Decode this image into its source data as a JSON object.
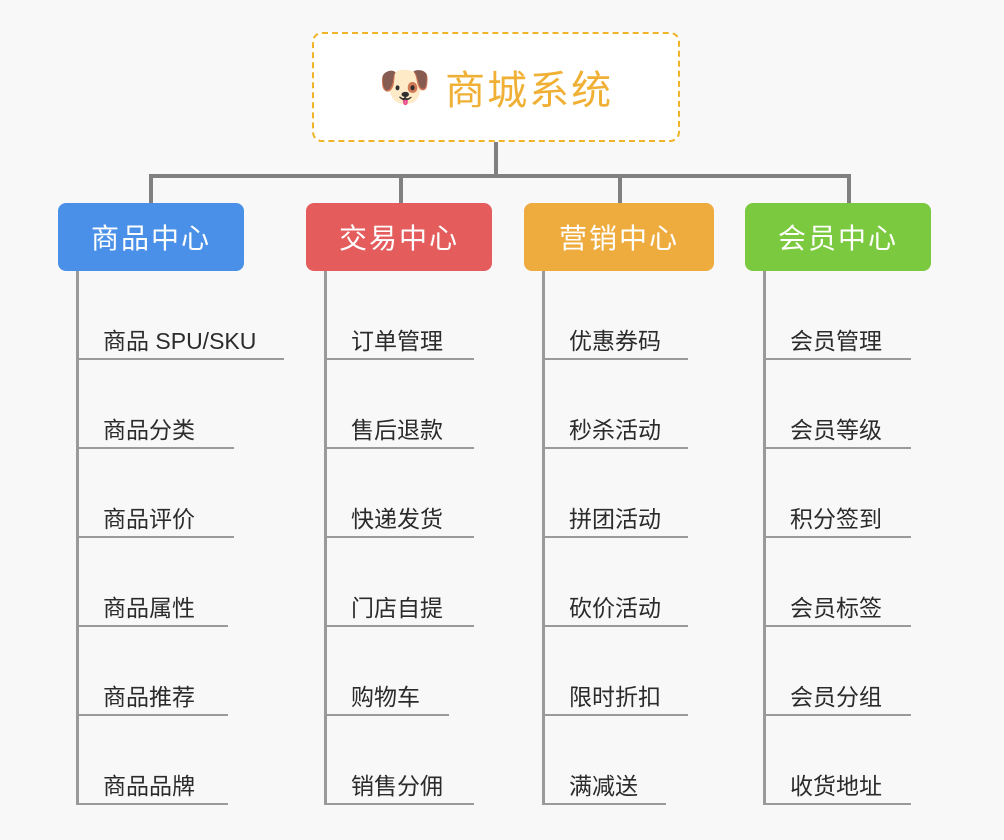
{
  "background_color": "#f8f8f8",
  "root": {
    "icon": "shiba-dog-emoji",
    "emoji": "🐶",
    "title": "商城系统",
    "title_color": "#efb035",
    "border_color": "#f0b429",
    "background": "#ffffff"
  },
  "connector_color": "#808080",
  "branches": [
    {
      "label": "商品中心",
      "color": "#4a90e8",
      "items": [
        "商品 SPU/SKU",
        "商品分类",
        "商品评价",
        "商品属性",
        "商品推荐",
        "商品品牌"
      ]
    },
    {
      "label": "交易中心",
      "color": "#e45c5c",
      "items": [
        "订单管理",
        "售后退款",
        "快递发货",
        "门店自提",
        "购物车",
        "销售分佣"
      ]
    },
    {
      "label": "营销中心",
      "color": "#eeab3e",
      "items": [
        "优惠券码",
        "秒杀活动",
        "拼团活动",
        "砍价活动",
        "限时折扣",
        "满减送"
      ]
    },
    {
      "label": "会员中心",
      "color": "#7bc93f",
      "items": [
        "会员管理",
        "会员等级",
        "积分签到",
        "会员标签",
        "会员分组",
        "收货地址"
      ]
    }
  ],
  "layout": {
    "branch_lefts": [
      58,
      306,
      524,
      745
    ],
    "branch_widths": [
      186,
      186,
      190,
      186
    ],
    "leaf_underline_widths": [
      [
        208,
        158,
        158,
        150,
        152,
        152
      ],
      [
        150,
        150,
        150,
        150,
        125,
        150
      ],
      [
        146,
        146,
        146,
        146,
        146,
        124
      ],
      [
        148,
        148,
        148,
        148,
        148,
        148
      ]
    ]
  }
}
